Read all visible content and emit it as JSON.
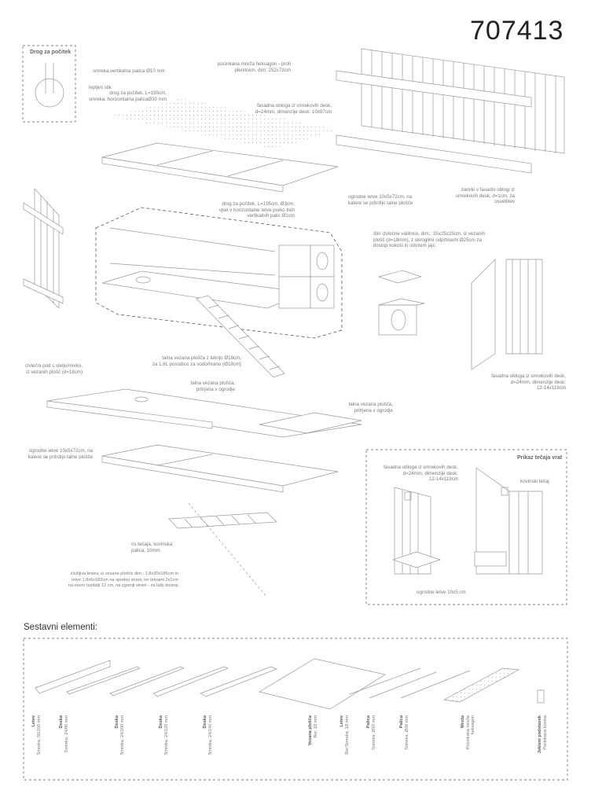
{
  "title": "707413",
  "detail_box": {
    "title": "Drog za počitek"
  },
  "labels": {
    "vertical_rod": [
      "smreka,vertikalna palica Ø10 mm"
    ],
    "glued_joint": [
      "lepljen stik"
    ],
    "roost_detail": [
      "drog za počitek, L=195cm,",
      "smreka, horizontalna palicaØ30 mm"
    ],
    "mesh": [
      "pocinkana mreža heksagon - proti",
      "plenilcem, dim: 252x72cm"
    ],
    "facade_top": [
      "fasadna obloga iz smrekovih desk,",
      "d=24mm, dimenzije desk: 10x97cm"
    ],
    "gaps": [
      "zamiki v fasadni oblogi iz",
      "smrekovih desk, d=1cm, za",
      "osvetlitev"
    ],
    "frame_top": [
      "ogrodne letve 10x5x72cm, na",
      "katere se pritrdijo talne plošče"
    ],
    "roost": [
      "drog za počitek, L=195cm, Ø3cm,",
      "vpet v horizontalne letve preko treh",
      "vertikalnih palic Ø1cm"
    ],
    "nest_boxes": [
      "štiri izvlečne valilnice, dim.: 35x25x25cm, iz vezanih",
      "plošč (d=18mm), z okroglimi odprtinami Ø25cm za",
      "dostop kokoši in odvzem jajc."
    ],
    "facade_side": [
      "fasadna obloga iz smrekovih desk,",
      "d=24mm, dimenzije desk:",
      "12-14x119cm"
    ],
    "litter_tray": [
      "izvlečni pod s steljo/mivko,",
      "iz vezanih plošč (d=18cm)"
    ],
    "floor_hole": [
      "talna vezana plošča z luknjo Ø18cm,",
      "za 1,6L posodico za vodo/hrano (Ø19cm)"
    ],
    "floor_mid": [
      "talna vezana plošča,",
      "pritrjena v ogrodje"
    ],
    "floor_right": [
      "talna vezana plošča,",
      "pritrjena v ogrodje"
    ],
    "frame_bottom": [
      "ogrodne letve 10x5x72cm, na",
      "katere se pritrdijo talne plošče"
    ],
    "hinge_axis": [
      "os tečaja, kovinska",
      "palica, 10mm"
    ],
    "ladder": [
      "zložljiva lestev, iz vezane plošče dim.: 1,8x30x186cm in",
      "letve 1,8x6x182cm na spodnji strani, ter letvami 2x1cm",
      "na oseni razdalji 12 cm, na zgornji strani - za lažji dostop"
    ]
  },
  "hinge_box": {
    "title": "Prikaz tečaja vrat",
    "facade": [
      "fasadna obloga iz smrekovih desk,",
      "d=24mm, dimenzije desk:",
      "12-14x119cm"
    ],
    "hinge": "kovinski tečaj",
    "frame": "ogrodne letve 10x5 cm"
  },
  "components": {
    "heading": "Sestavni elementi:",
    "items": [
      {
        "name": "Letev",
        "spec": [
          "Smreka, 50/100 mm"
        ]
      },
      {
        "name": "Deska",
        "spec": [
          "Smreka, 24/80 mm"
        ]
      },
      {
        "name": "Deska",
        "spec": [
          "Smreka, 24/100 mm"
        ]
      },
      {
        "name": "Deska",
        "spec": [
          "Smreka, 24/120 mm"
        ]
      },
      {
        "name": "Deska",
        "spec": [
          "Smreka, 24/140 mm"
        ]
      },
      {
        "name": "Vezana plošča",
        "spec": [
          "Bor, 18 mm"
        ]
      },
      {
        "name": "Letev",
        "spec": [
          "Bor/Smreka, 18 mm"
        ]
      },
      {
        "name": "Palica",
        "spec": [
          "Smreka, Ø10 mm"
        ]
      },
      {
        "name": "Palica",
        "spec": [
          "Smreka, Ø30 mm"
        ]
      },
      {
        "name": "Mreža",
        "spec": [
          "Pocinkana mreža",
          "heksagon"
        ]
      },
      {
        "name": "Jekleni podstavek",
        "spec": [
          "Pocinkana kovina"
        ]
      }
    ]
  }
}
